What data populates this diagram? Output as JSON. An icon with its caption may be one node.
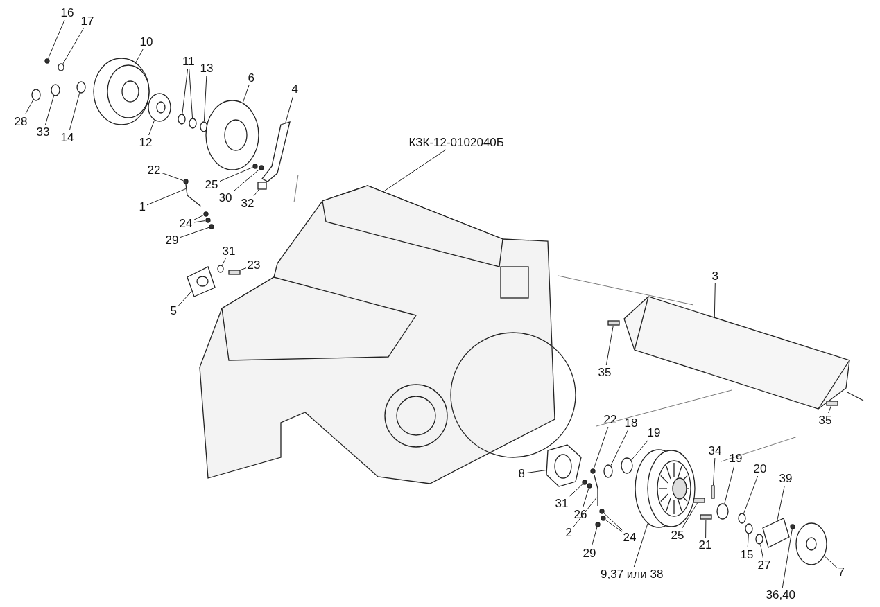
{
  "diagram": {
    "nodes": [
      {
        "text": [
          "16"
        ]
      },
      {
        "text": [
          "17"
        ]
      },
      {
        "text": [
          "10"
        ]
      },
      {
        "text": [
          "11"
        ]
      },
      {
        "text": [
          "13"
        ]
      },
      {
        "text": [
          "6"
        ]
      },
      {
        "text": [
          "4"
        ]
      },
      {
        "text": [
          "28"
        ]
      },
      {
        "text": [
          "33"
        ]
      },
      {
        "text": [
          "14"
        ]
      },
      {
        "text": [
          "12"
        ]
      },
      {
        "text": [
          "КЗК-12-0102040Б"
        ]
      },
      {
        "text": [
          "22"
        ]
      },
      {
        "text": [
          "25"
        ]
      },
      {
        "text": [
          "30"
        ]
      },
      {
        "text": [
          "32"
        ]
      },
      {
        "text": [
          "1"
        ]
      },
      {
        "text": [
          "24"
        ]
      },
      {
        "text": [
          "29"
        ]
      },
      {
        "text": [
          "31"
        ]
      },
      {
        "text": [
          "23"
        ]
      },
      {
        "text": [
          "5"
        ]
      },
      {
        "text": [
          "3"
        ]
      },
      {
        "text": [
          "35"
        ]
      },
      {
        "text": [
          "35"
        ]
      },
      {
        "text": [
          "22"
        ]
      },
      {
        "text": [
          "18"
        ]
      },
      {
        "text": [
          "19"
        ]
      },
      {
        "text": [
          "34"
        ]
      },
      {
        "text": [
          "19"
        ]
      },
      {
        "text": [
          "20"
        ]
      },
      {
        "text": [
          "39"
        ]
      },
      {
        "text": [
          "8"
        ]
      },
      {
        "text": [
          "31"
        ]
      },
      {
        "text": [
          "26"
        ]
      },
      {
        "text": [
          "2"
        ]
      },
      {
        "text": [
          "29"
        ]
      },
      {
        "text": [
          "24"
        ]
      },
      {
        "text": [
          "25"
        ]
      },
      {
        "text": [
          "21"
        ]
      },
      {
        "text": [
          "15"
        ]
      },
      {
        "text": [
          "27"
        ]
      },
      {
        "text": [
          "7"
        ]
      },
      {
        "text": [
          "9,37 или 38"
        ]
      },
      {
        "text": [
          "36,40"
        ]
      },
      {
        "text": [],
        "shape": "circle"
      },
      {
        "text": [],
        "shape": "circle"
      },
      {
        "text": [],
        "shape": "picture"
      },
      {
        "text": [],
        "shape": "circle"
      },
      {
        "text": [],
        "shape": "circle"
      },
      {
        "text": [],
        "shape": "circle"
      },
      {
        "text": [],
        "shape": "picture"
      },
      {
        "text": [],
        "shape": "picture"
      },
      {
        "text": [],
        "shape": "circle"
      },
      {
        "text": [],
        "shape": "circle"
      },
      {
        "text": [],
        "shape": "circle"
      },
      {
        "text": [],
        "shape": "picture"
      },
      {
        "text": [],
        "shape": "picture"
      },
      {
        "text": [],
        "shape": "circle"
      },
      {
        "text": [],
        "shape": "circle"
      },
      {
        "text": [],
        "shape": "circle"
      },
      {
        "text": [],
        "shape": "box"
      },
      {
        "text": [],
        "shape": "picture"
      },
      {
        "text": [],
        "shape": "circle"
      },
      {
        "text": [],
        "shape": "circle"
      },
      {
        "text": [],
        "shape": "circle"
      },
      {
        "text": [],
        "shape": "circle"
      },
      {
        "text": [],
        "shape": "bar"
      },
      {
        "text": [],
        "shape": "picture"
      },
      {
        "text": [],
        "shape": "picture"
      },
      {
        "text": [],
        "shape": "bar"
      },
      {
        "text": [],
        "shape": "bar"
      },
      {
        "text": [],
        "shape": "circle"
      },
      {
        "text": [],
        "shape": "circle"
      },
      {
        "text": [],
        "shape": "circle"
      },
      {
        "text": [],
        "shape": "bar"
      },
      {
        "text": [],
        "shape": "circle"
      },
      {
        "text": [],
        "shape": "circle"
      },
      {
        "text": [],
        "shape": "picture"
      },
      {
        "text": [],
        "shape": "picture"
      },
      {
        "text": [],
        "shape": "circle"
      },
      {
        "text": [],
        "shape": "circle"
      },
      {
        "text": [],
        "shape": "picture"
      },
      {
        "text": [],
        "shape": "circle"
      },
      {
        "text": [],
        "shape": "circle"
      },
      {
        "text": [],
        "shape": "circle"
      },
      {
        "text": [],
        "shape": "bar"
      },
      {
        "text": [],
        "shape": "bar"
      },
      {
        "text": [],
        "shape": "circle"
      },
      {
        "text": [],
        "shape": "circle"
      },
      {
        "text": [],
        "shape": "picture"
      },
      {
        "text": [],
        "shape": "picture"
      },
      {
        "text": [],
        "shape": "circle"
      }
    ],
    "edges": [
      {
        "from": 0,
        "to": 45,
        "arrow": "none"
      },
      {
        "from": 1,
        "to": 46,
        "arrow": "none"
      },
      {
        "from": 2,
        "to": 47,
        "arrow": "none"
      },
      {
        "from": 3,
        "to": 48,
        "arrow": "none"
      },
      {
        "from": 3,
        "to": 49,
        "arrow": "none"
      },
      {
        "from": 4,
        "to": 50,
        "arrow": "none"
      },
      {
        "from": 5,
        "to": 51,
        "arrow": "none"
      },
      {
        "from": 6,
        "to": 52,
        "arrow": "none"
      },
      {
        "from": 7,
        "to": 53,
        "arrow": "none"
      },
      {
        "from": 8,
        "to": 54,
        "arrow": "none"
      },
      {
        "from": 9,
        "to": 55,
        "arrow": "none"
      },
      {
        "from": 10,
        "to": 56,
        "arrow": "none"
      },
      {
        "from": 11,
        "to": 57,
        "arrow": "none"
      },
      {
        "from": 12,
        "to": 58,
        "arrow": "none"
      },
      {
        "from": 13,
        "to": 59,
        "arrow": "none"
      },
      {
        "from": 14,
        "to": 60,
        "arrow": "none"
      },
      {
        "from": 15,
        "to": 61,
        "arrow": "none"
      },
      {
        "from": 16,
        "to": 62,
        "arrow": "none"
      },
      {
        "from": 17,
        "to": 63,
        "arrow": "none"
      },
      {
        "from": 17,
        "to": 64,
        "arrow": "none"
      },
      {
        "from": 18,
        "to": 65,
        "arrow": "none"
      },
      {
        "from": 19,
        "to": 66,
        "arrow": "none"
      },
      {
        "from": 20,
        "to": 67,
        "arrow": "none"
      },
      {
        "from": 21,
        "to": 68,
        "arrow": "none"
      },
      {
        "from": 22,
        "to": 69,
        "arrow": "none"
      },
      {
        "from": 23,
        "to": 70,
        "arrow": "none"
      },
      {
        "from": 24,
        "to": 71,
        "arrow": "none"
      },
      {
        "from": 25,
        "to": 72,
        "arrow": "none"
      },
      {
        "from": 26,
        "to": 73,
        "arrow": "none"
      },
      {
        "from": 27,
        "to": 74,
        "arrow": "none"
      },
      {
        "from": 28,
        "to": 75,
        "arrow": "none"
      },
      {
        "from": 29,
        "to": 76,
        "arrow": "none"
      },
      {
        "from": 30,
        "to": 77,
        "arrow": "none"
      },
      {
        "from": 31,
        "to": 78,
        "arrow": "none"
      },
      {
        "from": 32,
        "to": 79,
        "arrow": "none"
      },
      {
        "from": 33,
        "to": 80,
        "arrow": "none"
      },
      {
        "from": 34,
        "to": 81,
        "arrow": "none"
      },
      {
        "from": 35,
        "to": 82,
        "arrow": "none"
      },
      {
        "from": 36,
        "to": 83,
        "arrow": "none"
      },
      {
        "from": 37,
        "to": 84,
        "arrow": "none"
      },
      {
        "from": 37,
        "to": 85,
        "arrow": "none"
      },
      {
        "from": 38,
        "to": 86,
        "arrow": "none"
      },
      {
        "from": 39,
        "to": 87,
        "arrow": "none"
      },
      {
        "from": 40,
        "to": 88,
        "arrow": "none"
      },
      {
        "from": 41,
        "to": 89,
        "arrow": "none"
      },
      {
        "from": 42,
        "to": 90,
        "arrow": "none"
      },
      {
        "from": 43,
        "to": 91,
        "arrow": "none"
      },
      {
        "from": 44,
        "to": 92,
        "arrow": "none"
      }
    ]
  }
}
